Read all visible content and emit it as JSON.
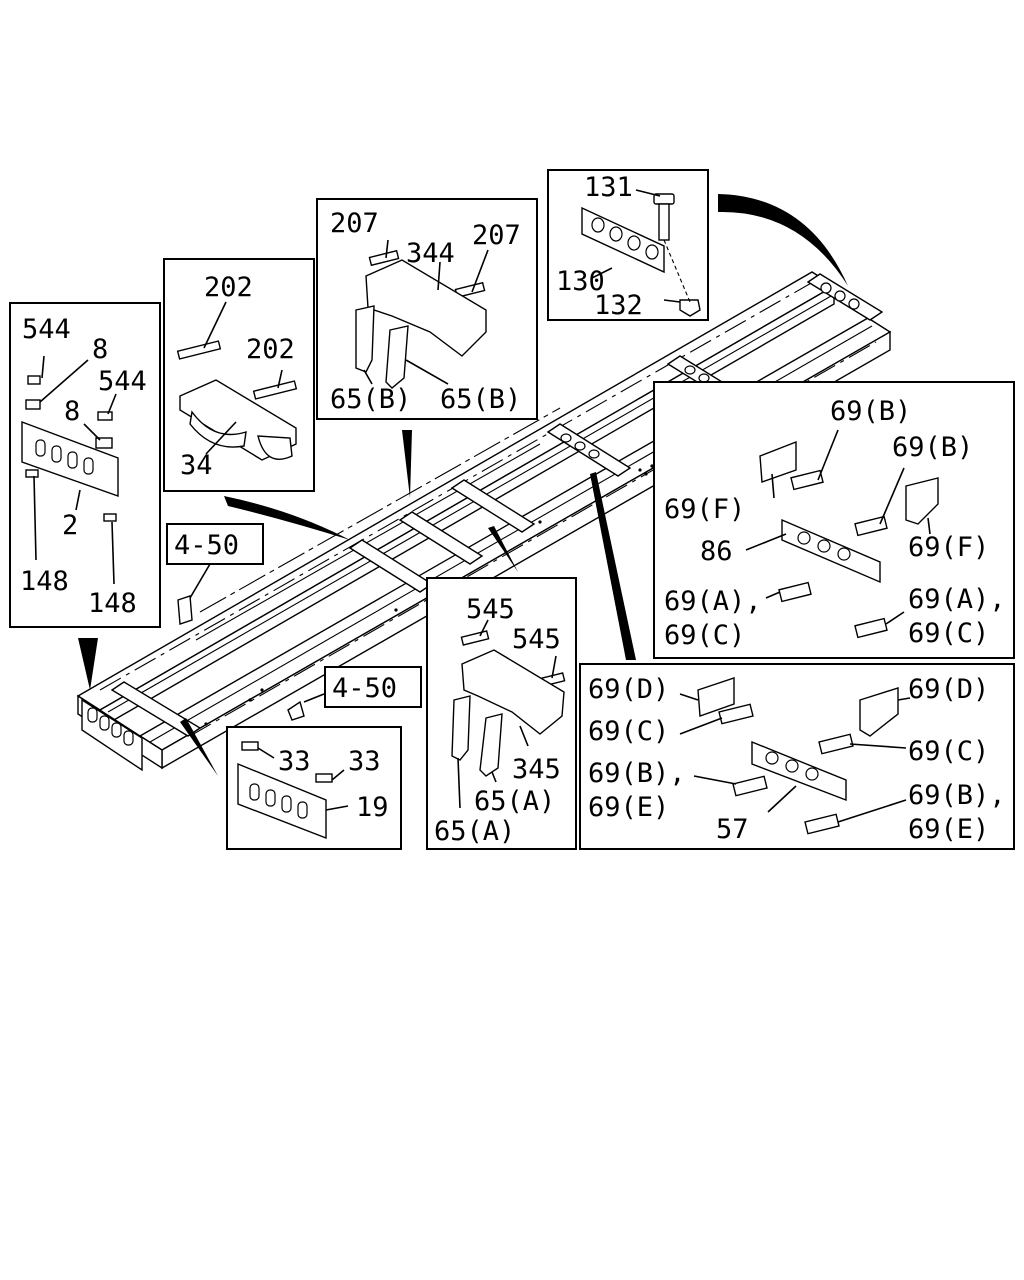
{
  "callouts": {
    "c544a": "544",
    "c8a": "8",
    "c544b": "544",
    "c8b": "8",
    "c2": "2",
    "c148a": "148",
    "c148b": "148",
    "c202a": "202",
    "c202b": "202",
    "c34": "34",
    "c207a": "207",
    "c344": "344",
    "c207b": "207",
    "c65ba": "65(B)",
    "c65bb": "65(B)",
    "c131": "131",
    "c130": "130",
    "c132": "132",
    "c69b1": "69(B)",
    "c69b2": "69(B)",
    "c69f1": "69(F)",
    "c86": "86",
    "c69f2": "69(F)",
    "c69a1": "69(A),",
    "c69c1": "69(C)",
    "c69a2": "69(A),",
    "c69c2": "69(C)",
    "c450a": "4-50",
    "c450b": "4-50",
    "c33a": "33",
    "c33b": "33",
    "c19": "19",
    "c545a": "545",
    "c545b": "545",
    "c345": "345",
    "c65aa": "65(A)",
    "c65ab": "65(A)",
    "c69d1": "69(D)",
    "c69d2": "69(D)",
    "c69c3": "69(C)",
    "c69c4": "69(C)",
    "c69b3": "69(B),",
    "c69e1": "69(E)",
    "c57": "57",
    "c69b4": "69(B),",
    "c69e2": "69(E)"
  }
}
